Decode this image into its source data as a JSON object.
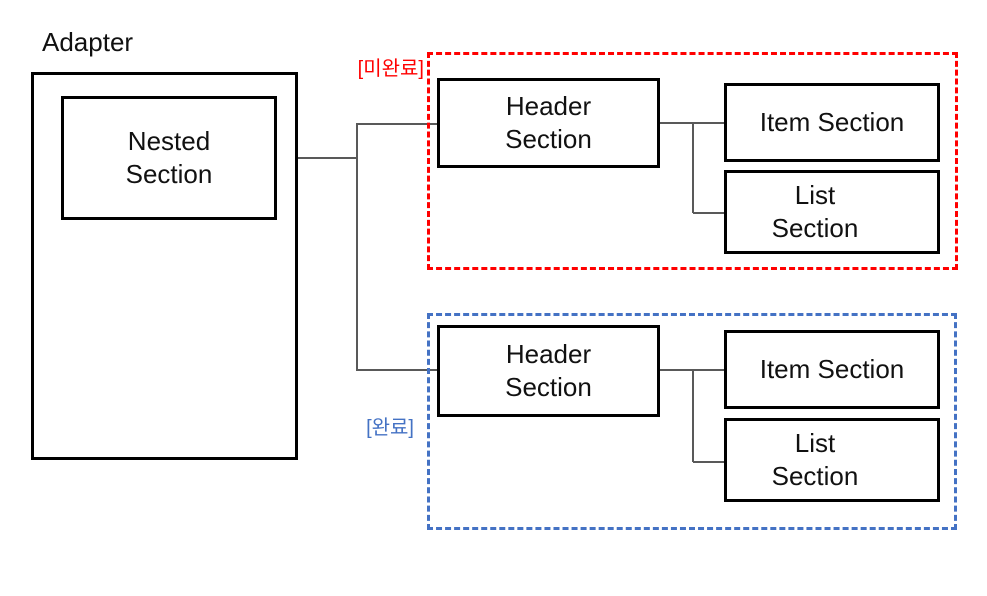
{
  "diagram": {
    "title": "Adapter",
    "adapter": {
      "nested_box_label": "Nested\nSection"
    },
    "groups": [
      {
        "id": "incomplete",
        "tag": "[미완료]",
        "tag_color": "#FF0000",
        "border_color": "#FF0000",
        "header_label": "Header\nSection",
        "item_label": "Item Section",
        "list_label": "List\nSection",
        "list_icon": "vertical-double-arrow"
      },
      {
        "id": "complete",
        "tag": "[완료]",
        "tag_color": "#4472C4",
        "border_color": "#4472C4",
        "header_label": "Header\nSection",
        "item_label": "Item Section",
        "list_label": "List\nSection",
        "list_icon": "vertical-double-arrow"
      }
    ],
    "colors": {
      "box_border": "#000000",
      "connector": "#595959",
      "arrow": "#000000",
      "text": "#111111"
    }
  }
}
